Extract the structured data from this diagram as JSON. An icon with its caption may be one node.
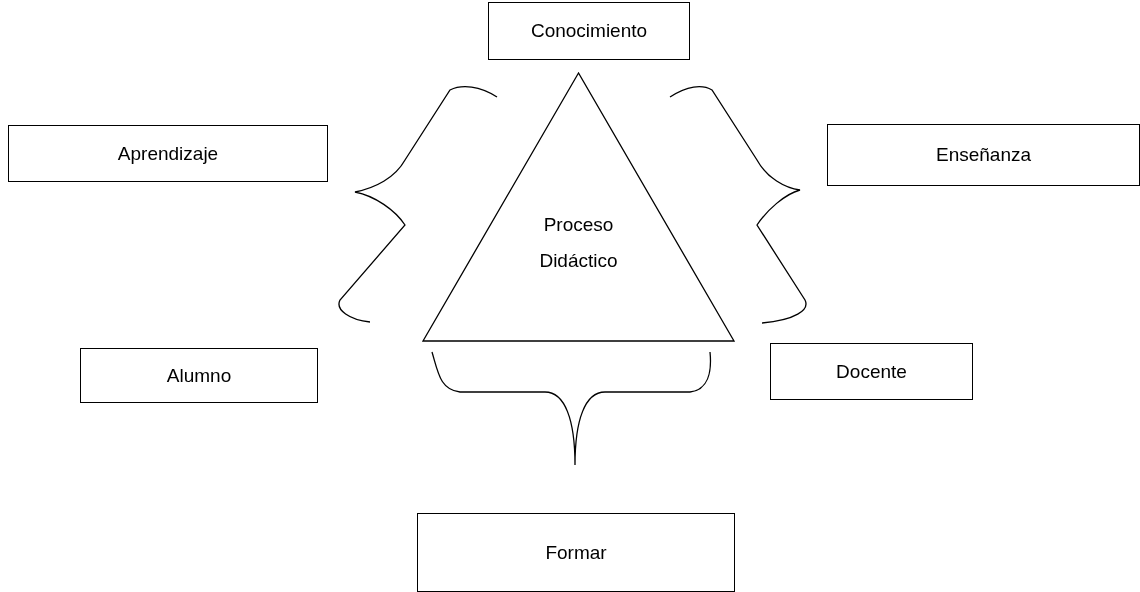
{
  "diagram": {
    "nodes": [
      {
        "text": [
          "Conocimiento"
        ]
      },
      {
        "text": [
          "Aprendizaje"
        ]
      },
      {
        "text": [
          "Proceso Didáctico"
        ]
      },
      {
        "text": [
          "Enseñanza"
        ]
      },
      {
        "text": [
          "Alumno"
        ]
      },
      {
        "text": [
          "Docente"
        ]
      },
      {
        "text": [
          "Formar"
        ]
      }
    ]
  }
}
